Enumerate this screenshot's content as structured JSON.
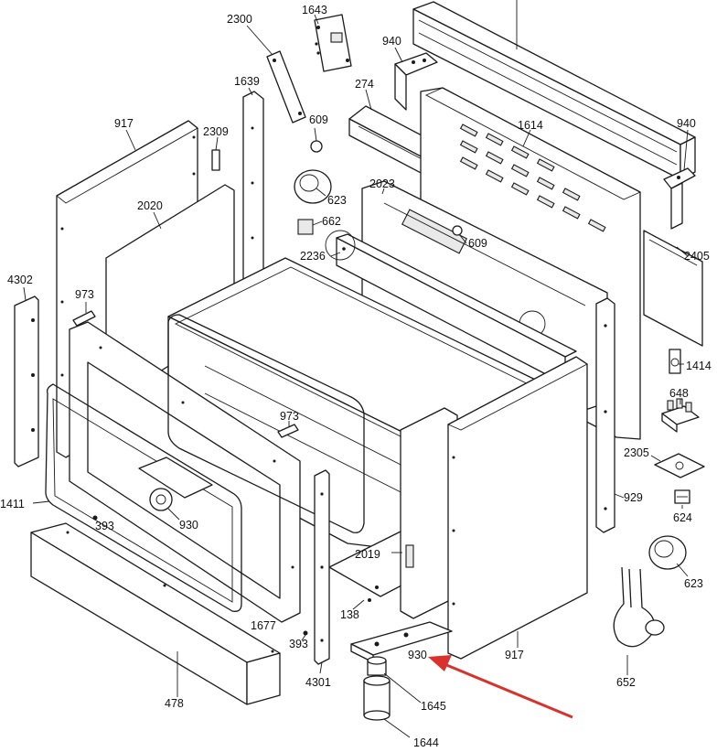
{
  "accent_color": "#d9312b",
  "labels": {
    "p1643": "1643",
    "p2300": "2300",
    "p940a": "940",
    "p940b": "940",
    "p274": "274",
    "p1639": "1639",
    "p917a": "917",
    "p2309": "2309",
    "p609a": "609",
    "p1614": "1614",
    "p623a": "623",
    "p2023": "2023",
    "p662": "662",
    "p609b": "609",
    "p2236": "2236",
    "p2020": "2020",
    "p2405": "2405",
    "p4302": "4302",
    "p973a": "973",
    "p1414": "1414",
    "p648": "648",
    "p973b": "973",
    "p2305": "2305",
    "p929": "929",
    "p1411": "1411",
    "p393a": "393",
    "p930a": "930",
    "p624": "624",
    "p2019": "2019",
    "p623b": "623",
    "p138": "138",
    "p1677": "1677",
    "p393b": "393",
    "p930b": "930",
    "p917b": "917",
    "p4301": "4301",
    "p478": "478",
    "p1645": "1645",
    "p652": "652",
    "p1644": "1644"
  }
}
